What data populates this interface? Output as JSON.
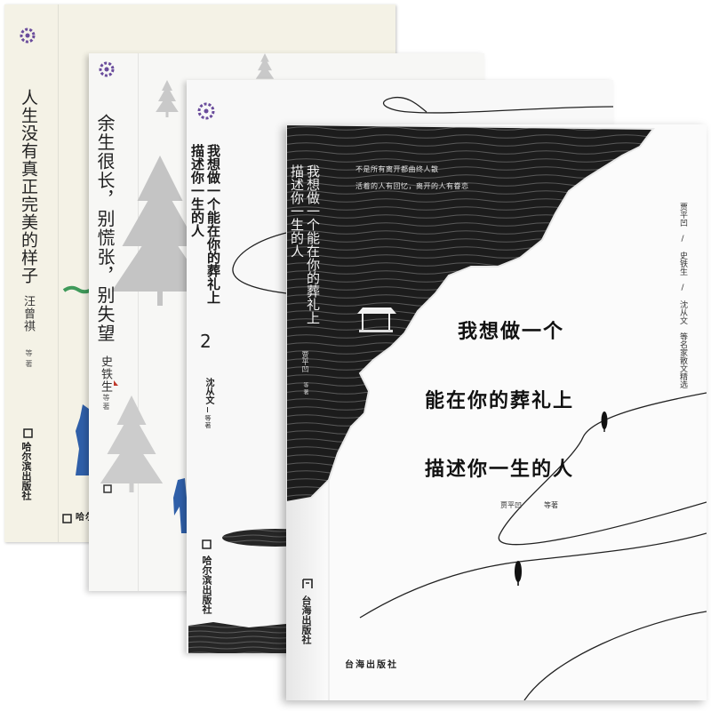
{
  "books": [
    {
      "title": "人生没有真正完美的样子",
      "author": "汪曾祺",
      "author_suffix": "等著",
      "publisher": "哈尔滨出版社"
    },
    {
      "title": "余生很长，别慌张，别失望",
      "author": "史铁生",
      "author_suffix": "等著"
    },
    {
      "title_column_1": "我想做一个能在你的葬礼上",
      "title_column_2": "描述你一生的人",
      "volume": "2",
      "author": "沈从文",
      "author_suffix": "等著",
      "publisher": "哈尔滨出版社"
    },
    {
      "tagline_lines": [
        "不是所有离开都曲终人散",
        "活着的人有回忆，离开的人有眷恋"
      ],
      "spine_title_column_1": "我想做一个能在你的葬礼上",
      "spine_title_column_2": "描述你一生的人",
      "spine_author": "贾平凹",
      "spine_author_suffix": "等著",
      "featured_authors": [
        "贾平凹",
        "/",
        "史铁生",
        "/",
        "沈从文",
        "等名家散文精选"
      ],
      "title_lines": [
        "我想做一个",
        "能在你的葬礼上",
        "描述你一生的人"
      ],
      "byline_author": "贾平凹",
      "byline_suffix": "等著",
      "publisher": "台海出版社"
    }
  ],
  "colors": {
    "logo_purple": "#6a4c9c",
    "cover_dark": "#1c1c1c",
    "accent_blue": "#2f5fa8",
    "accent_green": "#3f9a5a",
    "tree_grey": "#c9c9c9"
  }
}
